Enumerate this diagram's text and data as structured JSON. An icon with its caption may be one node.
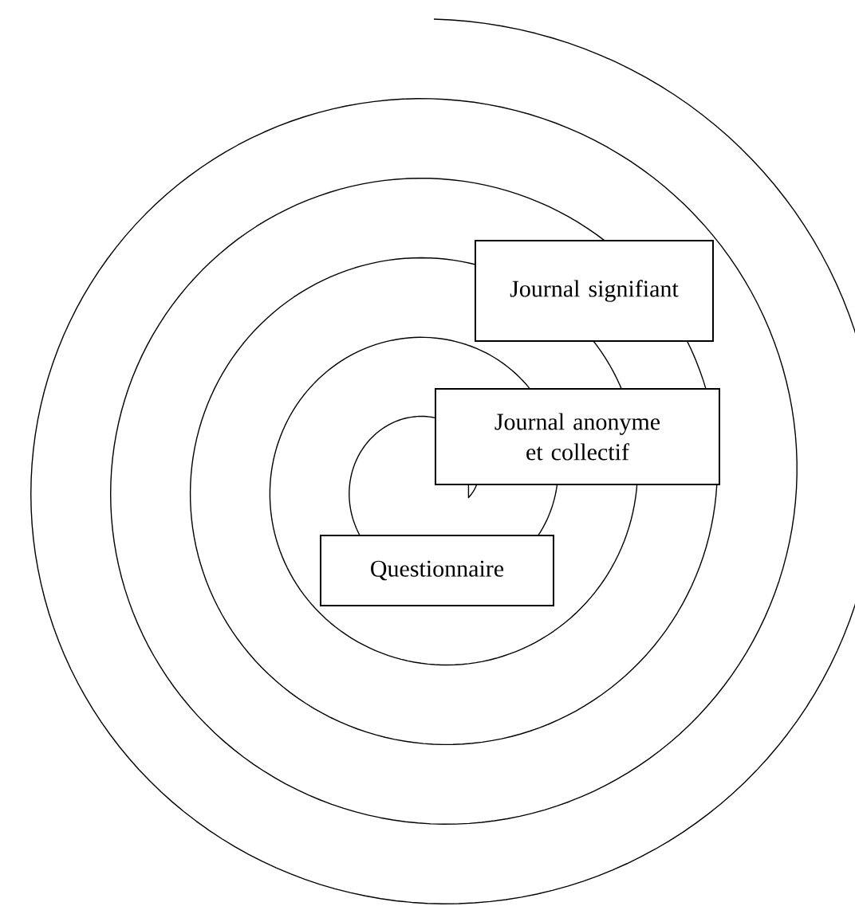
{
  "diagram": {
    "nodes": [
      {
        "text": [
          "Journal signifiant"
        ]
      },
      {
        "text": [
          "Journal anonyme et collectif"
        ]
      },
      {
        "text": [
          "Questionnaire"
        ]
      }
    ]
  }
}
